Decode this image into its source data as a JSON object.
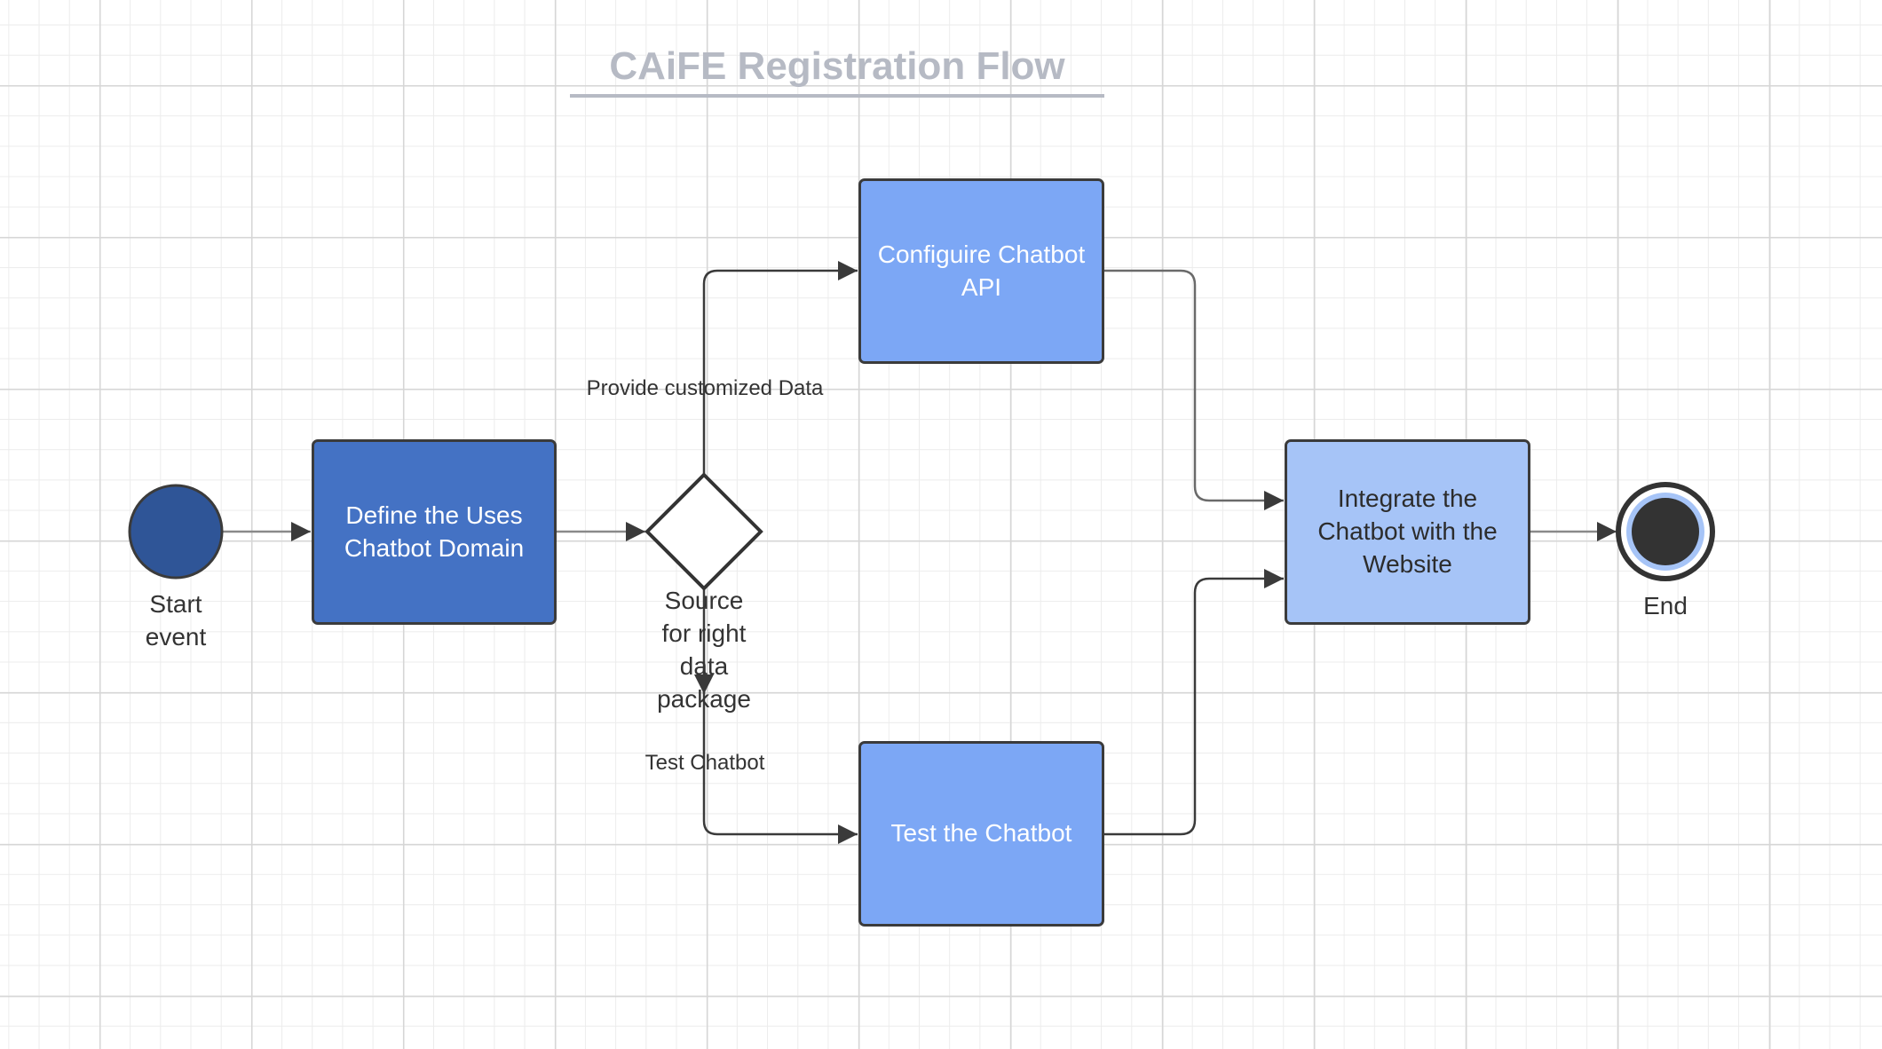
{
  "diagram": {
    "title": "CAiFE Registration Flow",
    "nodes": {
      "start": {
        "label": "Start\nevent"
      },
      "define": {
        "label": "Define the Uses Chatbot Domain"
      },
      "gateway": {
        "label": "Source\nfor right\ndata\npackage"
      },
      "configure": {
        "label": "Configuire Chatbot API"
      },
      "test": {
        "label": "Test the Chatbot"
      },
      "integrate": {
        "label": "Integrate the Chatbot with the Website"
      },
      "end": {
        "label": "End"
      }
    },
    "edges": {
      "provide": {
        "label": "Provide customized Data"
      },
      "test_chatbot": {
        "label": "Test Chatbot"
      }
    },
    "colors": {
      "start_fill": "#2f5597",
      "define_fill": "#4472c4",
      "task_fill": "#7ca7f5",
      "integrate_fill": "#a6c4f7",
      "end_fill": "#333333",
      "title": "#b6bac4"
    }
  }
}
